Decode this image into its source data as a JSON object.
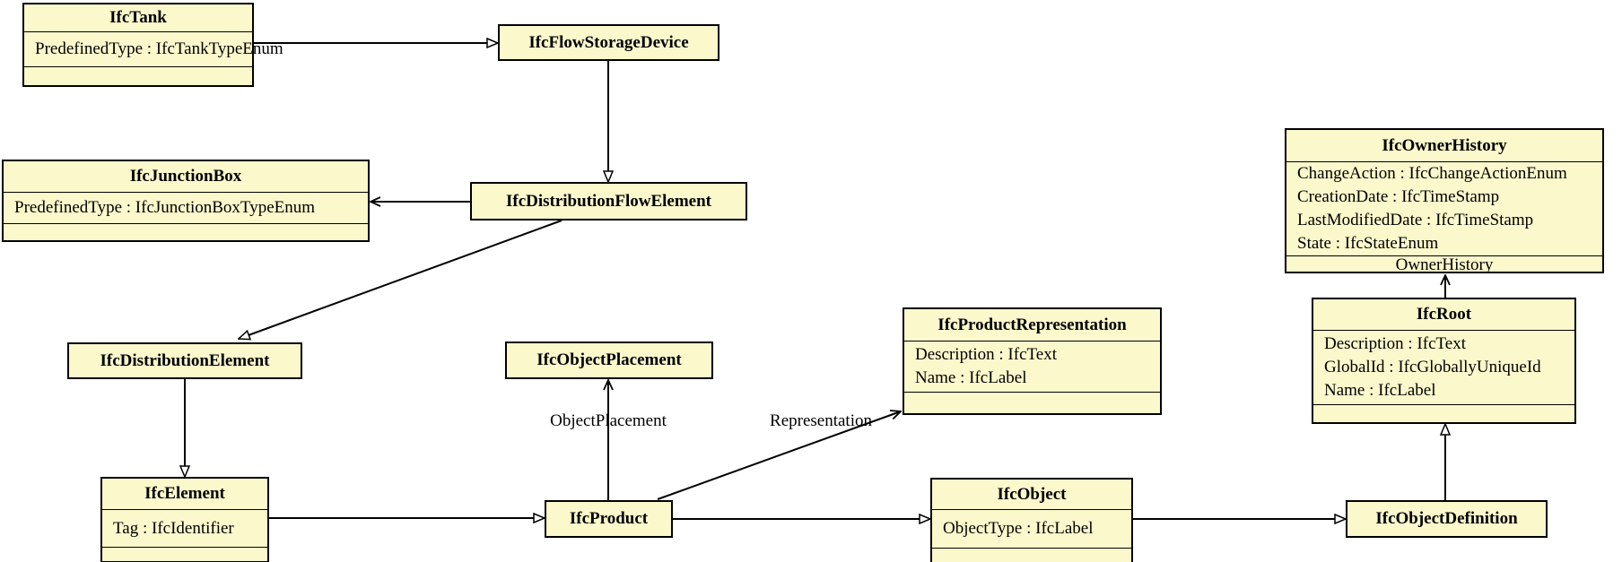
{
  "diagram": {
    "colors": {
      "background": "#FFFFFF",
      "node_fill": "#FBF8CC",
      "node_border": "#000000",
      "line": "#000000"
    },
    "nodes": [
      {
        "name": "IfcTank",
        "attributes": [
          "PredefinedType : IfcTankTypeEnum"
        ]
      },
      {
        "name": "IfcFlowStorageDevice",
        "attributes": []
      },
      {
        "name": "IfcJunctionBox",
        "attributes": [
          "PredefinedType : IfcJunctionBoxTypeEnum"
        ]
      },
      {
        "name": "IfcDistributionFlowElement",
        "attributes": []
      },
      {
        "name": "IfcOwnerHistory",
        "attributes": [
          "ChangeAction : IfcChangeActionEnum",
          "CreationDate : IfcTimeStamp",
          "LastModifiedDate : IfcTimeStamp",
          "State : IfcStateEnum"
        ],
        "bottom_label": "OwnerHistory"
      },
      {
        "name": "IfcDistributionElement",
        "attributes": []
      },
      {
        "name": "IfcObjectPlacement",
        "attributes": []
      },
      {
        "name": "IfcProductRepresentation",
        "attributes": [
          "Description : IfcText",
          "Name : IfcLabel"
        ]
      },
      {
        "name": "IfcRoot",
        "attributes": [
          "Description : IfcText",
          "GlobalId : IfcGloballyUniqueId",
          "Name : IfcLabel"
        ]
      },
      {
        "name": "IfcElement",
        "attributes": [
          "Tag : IfcIdentifier"
        ]
      },
      {
        "name": "IfcProduct",
        "attributes": []
      },
      {
        "name": "IfcObject",
        "attributes": [
          "ObjectType : IfcLabel"
        ]
      },
      {
        "name": "IfcObjectDefinition",
        "attributes": []
      }
    ],
    "edges": [
      {
        "from": "IfcTank",
        "to": "IfcFlowStorageDevice",
        "type": "generalization"
      },
      {
        "from": "IfcFlowStorageDevice",
        "to": "IfcDistributionFlowElement",
        "type": "generalization"
      },
      {
        "from": "IfcDistributionFlowElement",
        "to": "IfcJunctionBox",
        "type": "arrow"
      },
      {
        "from": "IfcDistributionFlowElement",
        "to": "IfcDistributionElement",
        "type": "generalization"
      },
      {
        "from": "IfcDistributionElement",
        "to": "IfcElement",
        "type": "generalization"
      },
      {
        "from": "IfcElement",
        "to": "IfcProduct",
        "type": "generalization"
      },
      {
        "from": "IfcProduct",
        "to": "IfcObjectPlacement",
        "type": "association",
        "label": "ObjectPlacement"
      },
      {
        "from": "IfcProduct",
        "to": "IfcProductRepresentation",
        "type": "association",
        "label": "Representation"
      },
      {
        "from": "IfcProduct",
        "to": "IfcObject",
        "type": "generalization"
      },
      {
        "from": "IfcObject",
        "to": "IfcObjectDefinition",
        "type": "generalization"
      },
      {
        "from": "IfcObjectDefinition",
        "to": "IfcRoot",
        "type": "generalization"
      },
      {
        "from": "IfcRoot",
        "to": "IfcOwnerHistory",
        "type": "association",
        "label": "OwnerHistory"
      }
    ]
  }
}
